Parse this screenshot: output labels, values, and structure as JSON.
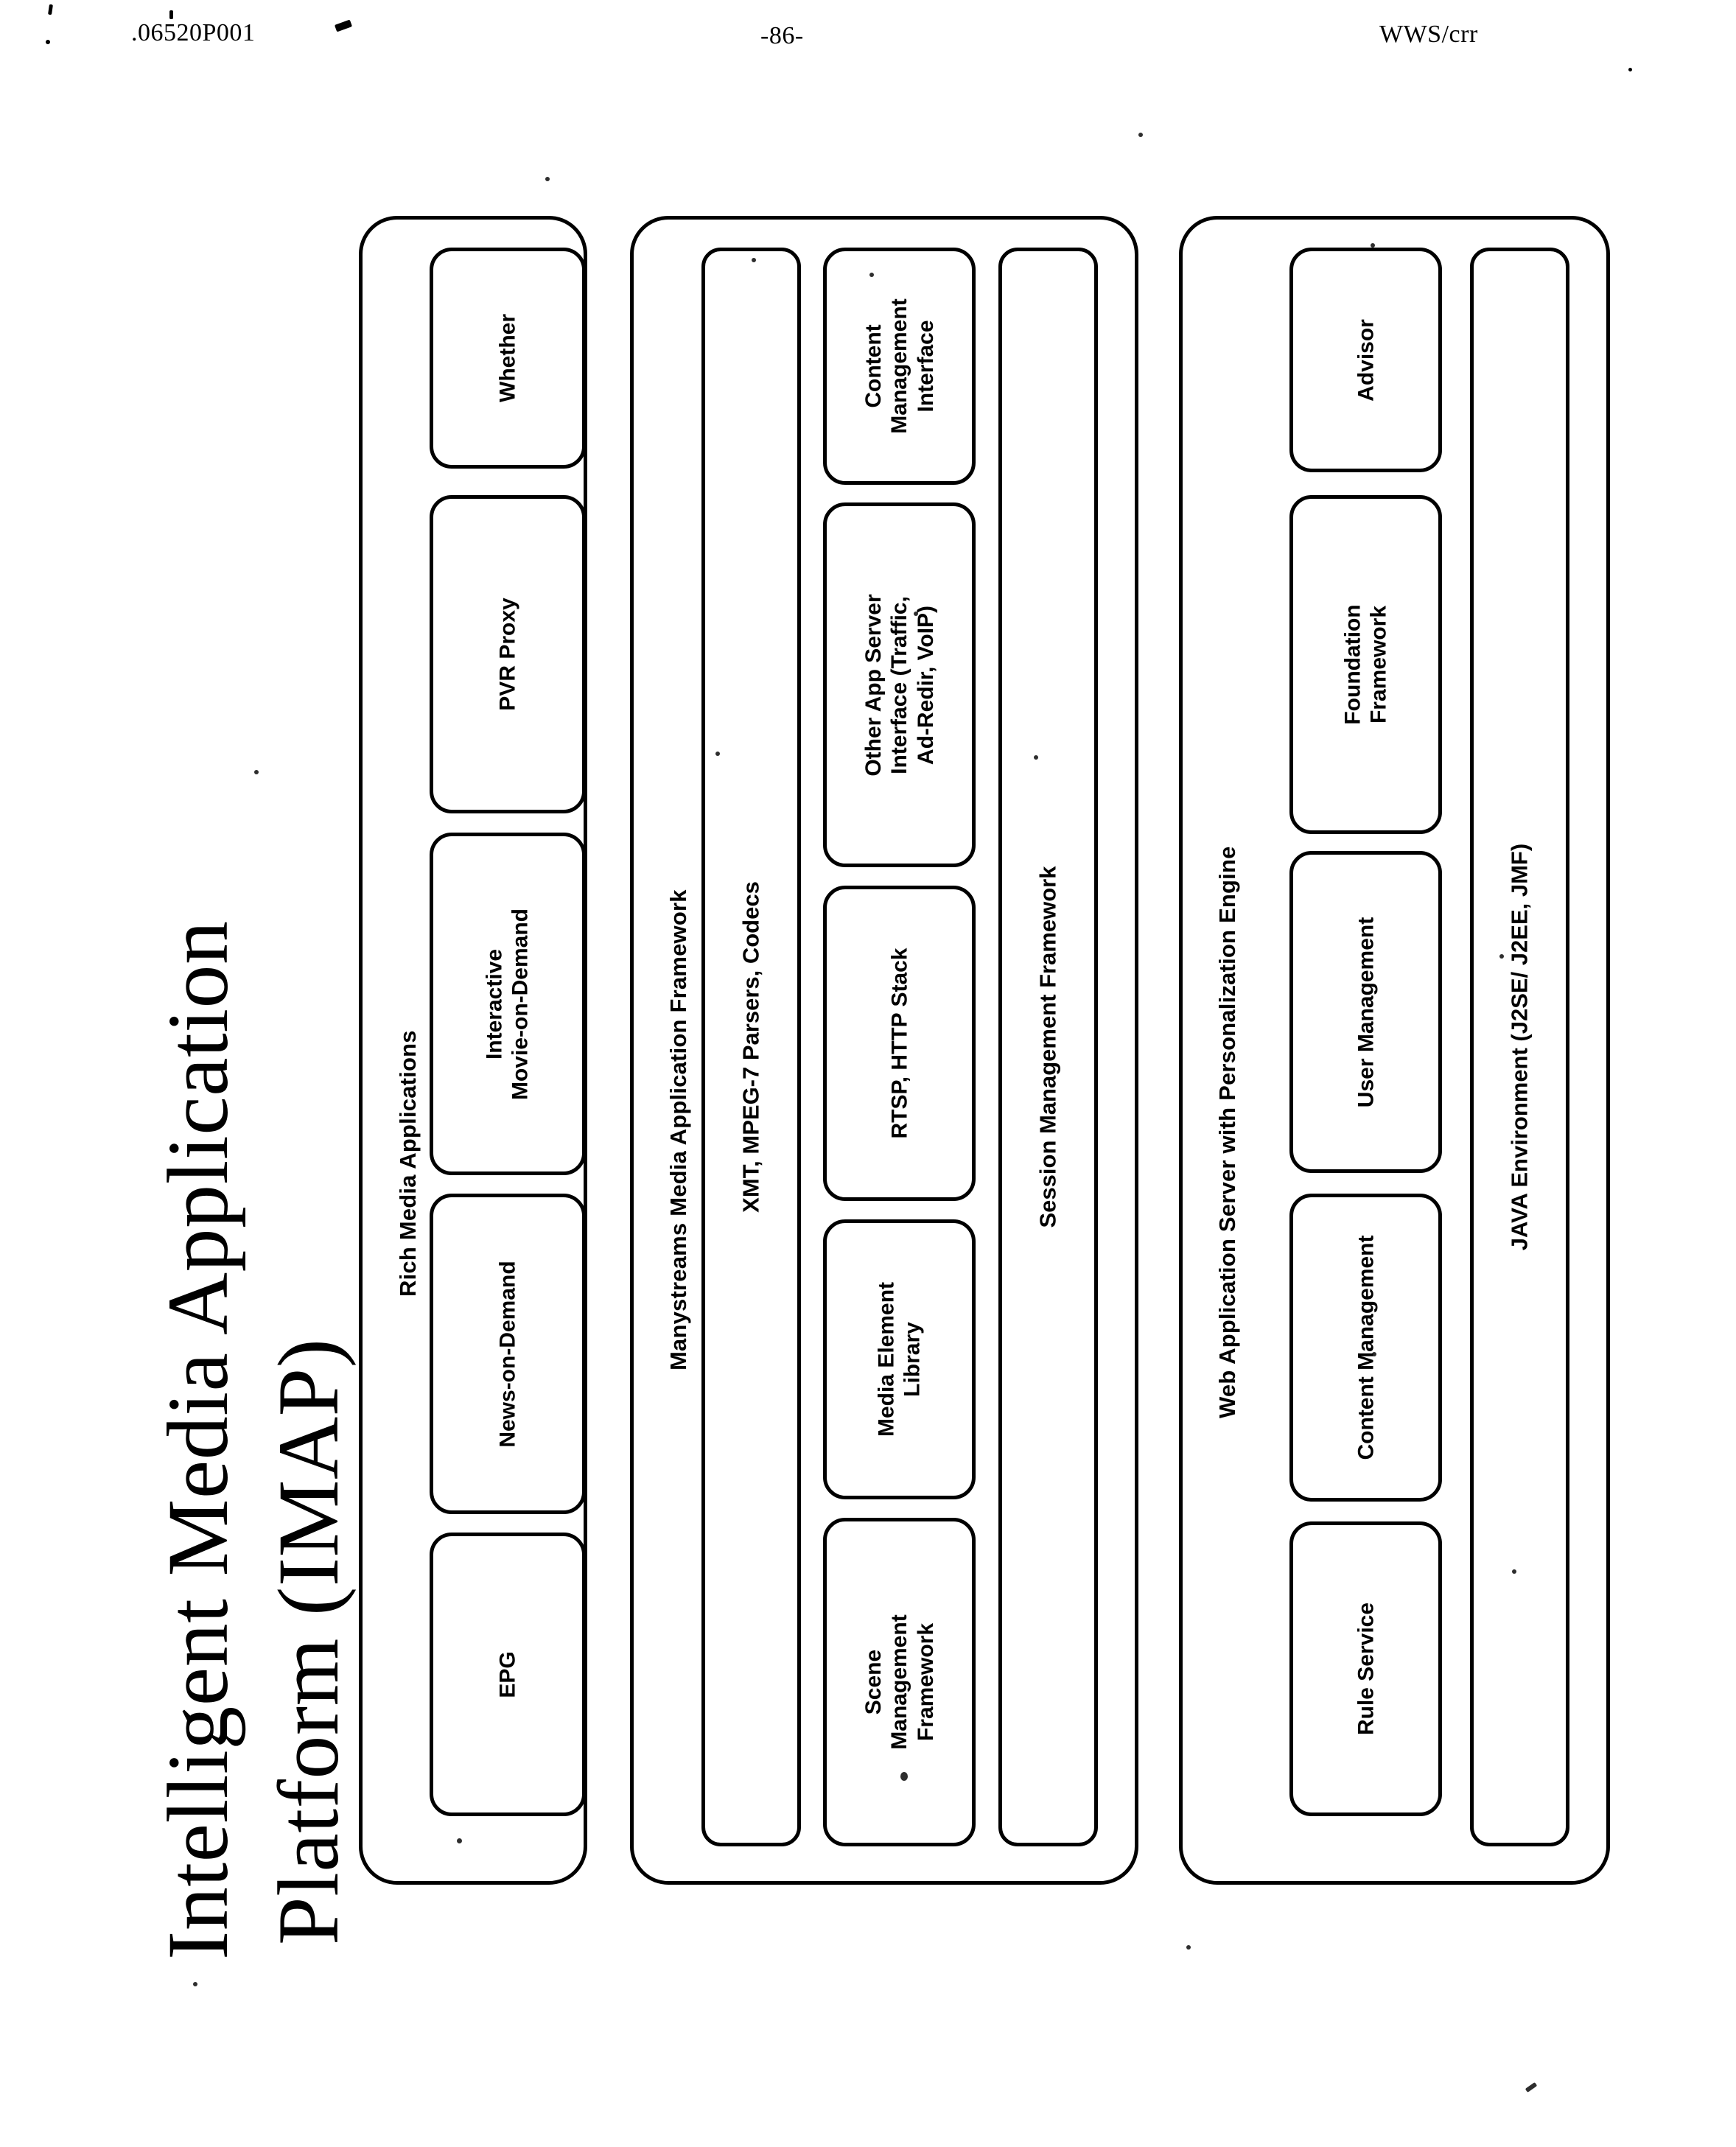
{
  "header": {
    "doc_number": ".06520P001",
    "page_number": "-86-",
    "initials": "WWS/crr"
  },
  "figure": {
    "title_line_1": "Intelligent Media Application",
    "title_line_2": "Platform (IMAP)"
  },
  "panels": [
    {
      "id": "rich-media-applications",
      "label": "Rich Media Applications",
      "boxes": [
        {
          "id": "epg",
          "lines": [
            "EPG"
          ]
        },
        {
          "id": "news-on-demand",
          "lines": [
            "News-on-Demand"
          ]
        },
        {
          "id": "interactive-movie-on-demand",
          "lines": [
            "Interactive",
            "Movie-on-Demand"
          ]
        },
        {
          "id": "pvr-proxy",
          "lines": [
            "PVR Proxy"
          ]
        },
        {
          "id": "whether",
          "lines": [
            "Whether"
          ]
        }
      ]
    },
    {
      "id": "manystreams-media-application-framework",
      "label": "Manystreams Media Application Framework",
      "boxes": [
        {
          "id": "scene-management-framework",
          "lines": [
            "Scene",
            "Management",
            "Framework"
          ]
        },
        {
          "id": "media-element-library",
          "lines": [
            "Media Element",
            "Library"
          ]
        },
        {
          "id": "rtsp-http-stack",
          "lines": [
            "RTSP, HTTP Stack"
          ]
        },
        {
          "id": "other-app-server-interface",
          "lines": [
            "Other App Server",
            "Interface (Traffic,",
            "Ad-Redir, VoIP)"
          ]
        },
        {
          "id": "content-management-interface",
          "lines": [
            "Content",
            "Management",
            "Interface"
          ]
        }
      ],
      "bars": [
        {
          "id": "xmt-mpeg7-parsers-codecs",
          "label": "XMT, MPEG-7 Parsers, Codecs"
        },
        {
          "id": "session-management-framework",
          "label": "Session Management Framework"
        }
      ]
    },
    {
      "id": "web-application-server-with-personalization-engine",
      "label": "Web Application Server with Personalization Engine",
      "boxes": [
        {
          "id": "rule-service",
          "lines": [
            "Rule Service"
          ]
        },
        {
          "id": "content-management",
          "lines": [
            "Content Management"
          ]
        },
        {
          "id": "user-management",
          "lines": [
            "User Management"
          ]
        },
        {
          "id": "foundation-framework",
          "lines": [
            "Foundation",
            "Framework"
          ]
        },
        {
          "id": "advisor",
          "lines": [
            "Advisor"
          ]
        }
      ],
      "bars": [
        {
          "id": "java-environment",
          "label": "JAVA Environment (J2SE/ J2EE, JMF)"
        }
      ]
    }
  ],
  "colors": {
    "ink": "#000000",
    "paper": "#ffffff"
  }
}
